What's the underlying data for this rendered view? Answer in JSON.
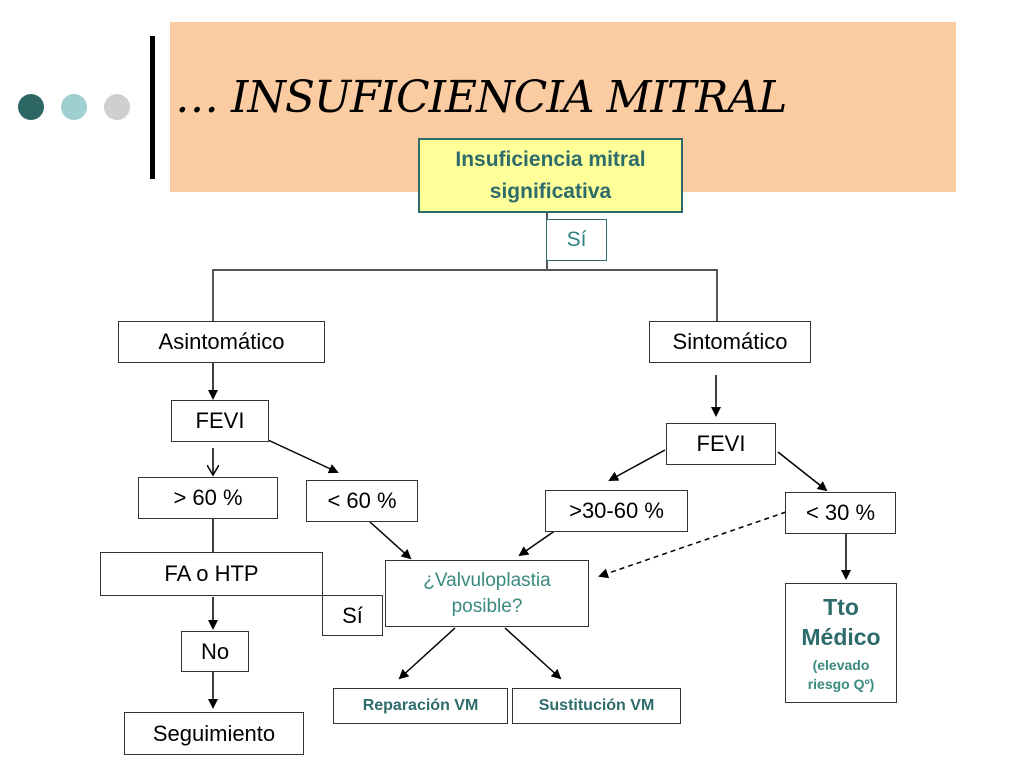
{
  "header": {
    "title": "… INSUFICIENCIA MITRAL"
  },
  "colors": {
    "dot1": "#2e6665",
    "dot2": "#9fcfd0",
    "dot3": "#cfcfcf",
    "band": "#fbcba2",
    "top_box": "#ffff99",
    "teal_text": "#2e6b6b",
    "accent_text": "#3a8a80"
  },
  "nodes": {
    "top": "Insuficiencia mitral significativa",
    "si_top": "Sí",
    "asintomatico": "Asintomático",
    "sintomatico": "Sintomático",
    "fevi_left": "FEVI",
    "fevi_right": "FEVI",
    "gt60": "> 60 %",
    "lt60": "< 60 %",
    "r30_60": ">30-60 %",
    "lt30": "< 30 %",
    "fa_htp": "FA o HTP",
    "si_left": "Sí",
    "no": "No",
    "seguimiento": "Seguimiento",
    "valvuloplastia": "¿Valvuloplastia posible?",
    "reparacion": "Reparación VM",
    "sustitucion": "Sustitución VM",
    "tto_medico": "Tto Médico",
    "elevado_riesgo": "(elevado riesgo Qº)"
  }
}
